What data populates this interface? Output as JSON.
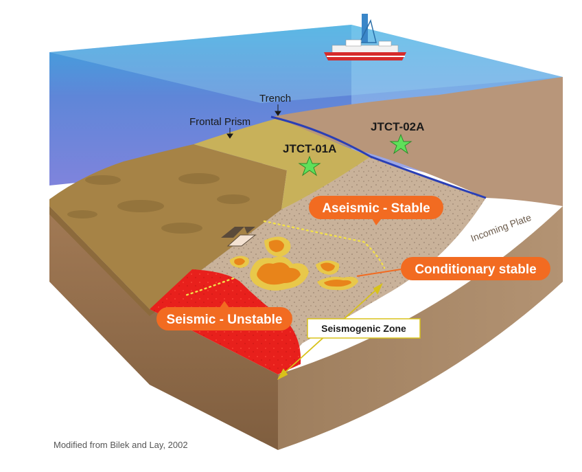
{
  "labels": {
    "trench": "Trench",
    "frontal_prism": "Frontal Prism",
    "site_1": "JTCT-01A",
    "site_2": "JTCT-02A",
    "aseismic": "Aseismic - Stable",
    "conditional": "Conditionary stable",
    "seismic": "Seismic - Unstable",
    "seismogenic_zone": "Seismogenic Zone",
    "incoming_plate": "Incoming Plate",
    "credit": "Modified from Bilek and Lay, 2002"
  },
  "colors": {
    "ocean": "#6b7fd6",
    "trench_line": "#2a3fb5",
    "callout": "#f26b21",
    "unstable": "#e8201c",
    "conditional_patch": "#e8a21a",
    "site_star": "#5fe05a",
    "seismogenic_arrow": "#d8c21a"
  }
}
